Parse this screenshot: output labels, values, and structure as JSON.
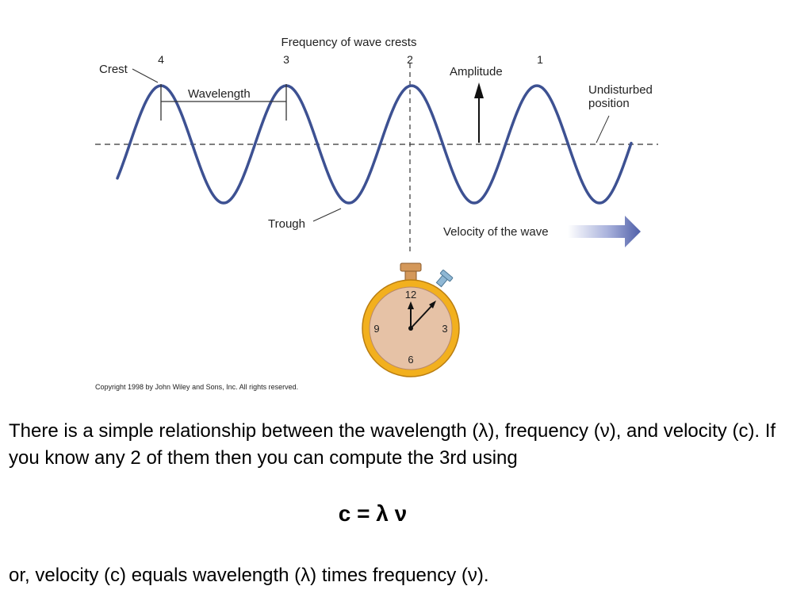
{
  "diagram": {
    "title": "Frequency of wave crests",
    "crest_numbers": [
      "4",
      "3",
      "2",
      "1"
    ],
    "labels": {
      "crest": "Crest",
      "wavelength": "Wavelength",
      "amplitude": "Amplitude",
      "undisturbed_line1": "Undisturbed",
      "undisturbed_line2": "position",
      "trough": "Trough",
      "velocity": "Velocity of the wave"
    },
    "clock_numbers": [
      "12",
      "3",
      "6",
      "9"
    ],
    "copyright": "Copyright 1998 by John Wiley and Sons, Inc.  All rights reserved.",
    "colors": {
      "wave": "#3d5192",
      "clock_rim": "#f2b01e",
      "clock_face": "#e6c2a6",
      "arrow": "#4f5fa8"
    }
  },
  "text": {
    "paragraph1": "There is a simple relationship between the wavelength (λ), frequency (ν), and velocity (c). If you know any 2 of them then you can compute the 3rd using",
    "formula": "c = λ ν",
    "paragraph2": "or, velocity (c) equals wavelength (λ) times frequency (ν)."
  }
}
